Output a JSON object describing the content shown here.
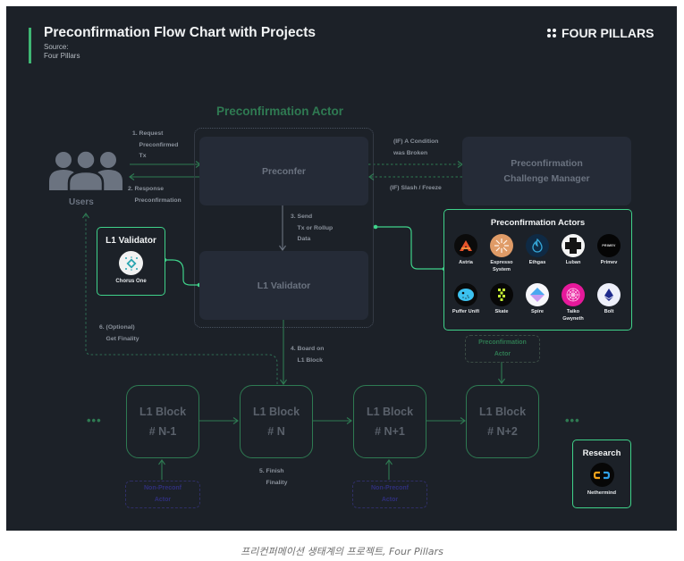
{
  "header": {
    "title": "Preconfirmation Flow Chart with Projects",
    "source_label": "Source:",
    "source_value": "Four Pillars",
    "brand": "FOUR PILLARS"
  },
  "diagram": {
    "section_title": "Preconfirmation Actor",
    "users_label": "Users",
    "preconfer_label": "Preconfer",
    "validator_label": "L1 Validator",
    "challenge_manager_label": "Preconfirmation\nChallenge Manager",
    "steps": {
      "request": "1. Request\n    Preconfirmed\n    Tx",
      "response": "2. Response\n    Preconfirmation",
      "send": "3. Send\n    Tx or Rollup\n    Data",
      "board": "4. Board on\n    L1 Block",
      "finish": "5. Finish\n    Finality",
      "optional": "6. (Optional)\n    Get Finality",
      "condition_broken": "(IF) A Condition\nwas Broken",
      "slash_freeze": "(IF) Slash / Freeze"
    },
    "blocks": [
      {
        "label": "L1 Block\n# N-1"
      },
      {
        "label": "L1 Block\n# N"
      },
      {
        "label": "L1 Block\n# N+1"
      },
      {
        "label": "L1 Block\n# N+2"
      }
    ],
    "ellipsis": "•••",
    "non_preconf_actor": "Non-Preconf\nActor",
    "preconf_actor_small": "Preconfirmation\nActor"
  },
  "l1_validator_card": {
    "title": "L1 Validator",
    "projects": [
      {
        "name": "Chorus One",
        "icon": "chorus-one-logo"
      }
    ]
  },
  "actors_card": {
    "title": "Preconfirmation Actors",
    "projects": [
      {
        "name": "Astria",
        "icon": "astria-logo"
      },
      {
        "name": "Espresso\nSystem",
        "icon": "espresso-logo"
      },
      {
        "name": "Ethgas",
        "icon": "ethgas-logo"
      },
      {
        "name": "Luban",
        "icon": "luban-logo"
      },
      {
        "name": "Primev",
        "icon": "primev-logo",
        "logo_text": "PRIMEV"
      },
      {
        "name": "Puffer Unifi",
        "icon": "puffer-logo"
      },
      {
        "name": "Skate",
        "icon": "skate-logo"
      },
      {
        "name": "Spire",
        "icon": "spire-logo"
      },
      {
        "name": "Taiko\nGwyneth",
        "icon": "taiko-logo"
      },
      {
        "name": "Bolt",
        "icon": "bolt-logo"
      }
    ]
  },
  "research_card": {
    "title": "Research",
    "projects": [
      {
        "name": "Nethermind",
        "icon": "nethermind-logo"
      }
    ]
  },
  "colors": {
    "background": "#1c2128",
    "accent_green": "#3fd28a",
    "muted_green": "#2f7a52",
    "box_fill": "#252b37",
    "non_preconf": "#2f2f7a"
  },
  "caption": "프리컨퍼메이션 생태계의 프로젝트, Four Pillars"
}
